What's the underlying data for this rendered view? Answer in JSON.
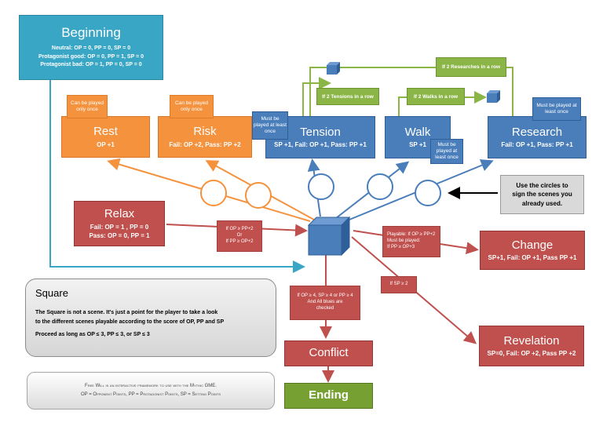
{
  "beginning": {
    "title": "Beginning",
    "lines": [
      "Neutral: OP = 0, PP = 0, SP = 0",
      "Protagonist good: OP = 0, PP = 1, SP = 0",
      "Protagonist bad: OP = 1, PP = 0, SP = 0"
    ]
  },
  "scenes": {
    "rest": {
      "title": "Rest",
      "rule": "OP +1",
      "note": "Can be played only once"
    },
    "risk": {
      "title": "Risk",
      "rule": "Fail: OP +2, Pass: PP +2",
      "note": "Can be played only once"
    },
    "tension": {
      "title": "Tension",
      "rule": "SP +1, Fail: OP +1, Pass: PP +1",
      "note": "Must be played at least once"
    },
    "walk": {
      "title": "Walk",
      "rule": "SP +1",
      "note": "Must be played at least once"
    },
    "research": {
      "title": "Research",
      "rule": "Fail: OP +1, Pass: PP +1",
      "note": "Must be played at least once"
    },
    "relax": {
      "title": "Relax",
      "rule1": "Fail: OP = 1 , PP = 0",
      "rule2": "Pass: OP = 0, PP = 1"
    },
    "change": {
      "title": "Change",
      "rule": "SP+1, Fail: OP +1, Pass PP +1"
    },
    "revelation": {
      "title": "Revelation",
      "rule": "SP=0, Fail: OP +2, Pass PP +2"
    },
    "conflict": {
      "title": "Conflict"
    },
    "ending": {
      "title": "Ending"
    }
  },
  "conditions": {
    "two_researches": "If 2 Researches in a row",
    "two_tensions": "If 2 Tensions in a row",
    "two_walks": "If 2 Walks in a row",
    "relax_cond": [
      "If OP ≥ PP+2",
      "Or",
      "If PP ≥ OP+2"
    ],
    "change_cond": [
      "Playable: If OP ≥ PP+2",
      "Must be played:",
      "If PP ≥ OP+3"
    ],
    "revelation_cond": "If SP ≥ 2",
    "conflict_cond": [
      "If OP ≥ 4, SP ≥ 4 or PP ≥ 4",
      "And All blues are",
      "checked"
    ]
  },
  "circles_hint": [
    "Use the circles to",
    "sign the scenes you",
    "already used."
  ],
  "square_panel": {
    "title": "Square",
    "line1": "The Square is not a scene. It's just a point for the player to take a look",
    "line2": "to the different scenes playable according to the score of OP, PP and SP",
    "line3": "Proceed as long as OP ≤ 3, PP ≤ 3, or SP ≤ 3"
  },
  "legend": {
    "line1": "Free Will is an interactive framework to use with the Mythic GME.",
    "line2": "OP = Opponent Points, PP = Protagonist Points, SP = Setting Points"
  },
  "colors": {
    "orange": "#f5923e",
    "blue": "#4a7ebb",
    "red": "#c0504d",
    "green": "#77a033",
    "teal": "#3aa6c6"
  }
}
